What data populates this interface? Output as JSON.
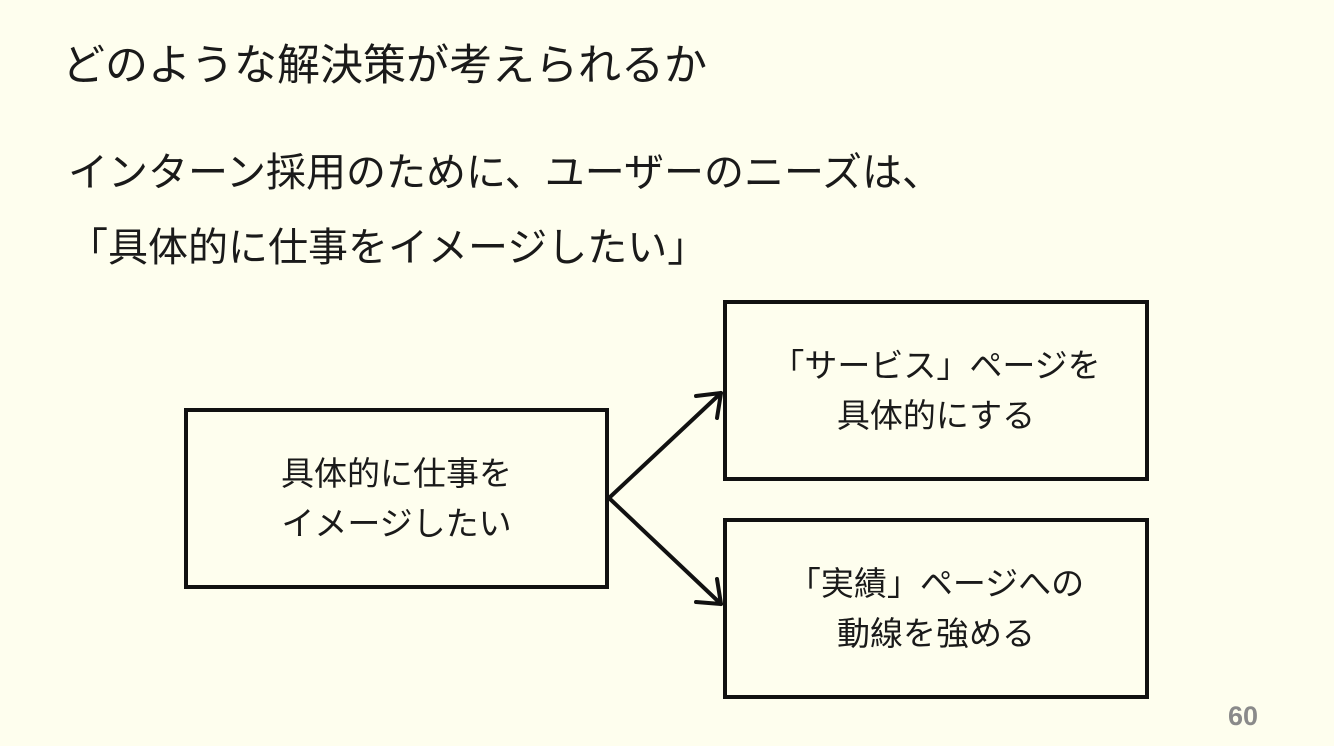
{
  "slide": {
    "title": "どのような解決策が考えられるか",
    "body_line_1": "インターン採用のために、ユーザーのニーズは、",
    "body_line_2": "「具体的に仕事をイメージしたい」",
    "page_number": "60"
  },
  "diagram": {
    "source_box": {
      "line_1": "具体的に仕事を",
      "line_2": "イメージしたい"
    },
    "target_boxes": [
      {
        "line_1": "「サービス」ページを",
        "line_2": "具体的にする"
      },
      {
        "line_1": "「実績」ページへの",
        "line_2": "動線を強める"
      }
    ]
  },
  "colors": {
    "background": "#fefeee",
    "stroke": "#111111",
    "text": "#1a1a1a",
    "page_number": "#8a8a8a"
  }
}
